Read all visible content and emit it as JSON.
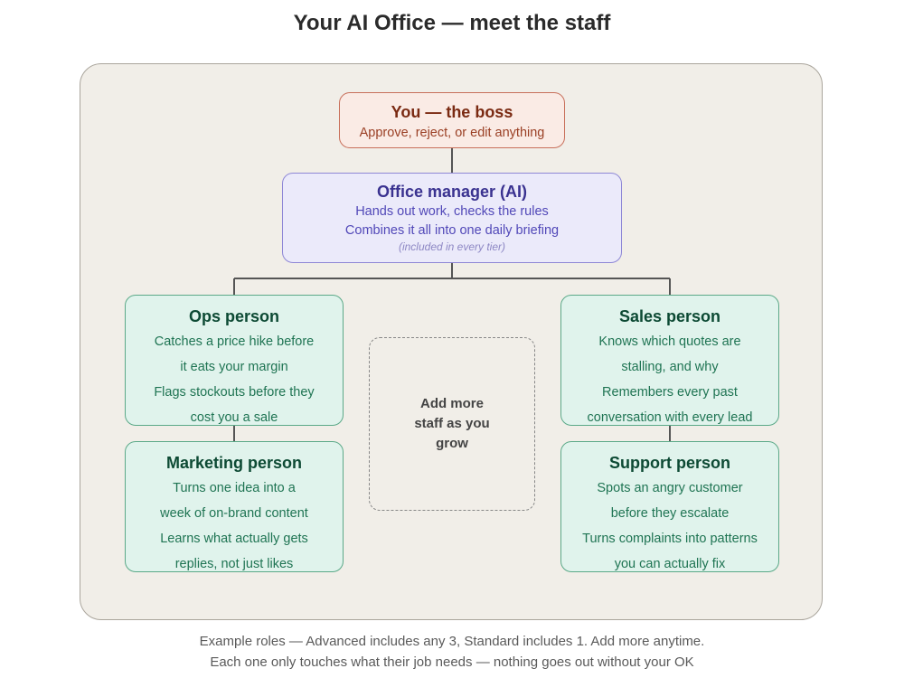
{
  "title": "Your AI Office — meet the staff",
  "boss": {
    "title": "You — the boss",
    "desc": "Approve, reject, or edit anything"
  },
  "manager": {
    "title": "Office manager (AI)",
    "line1": "Hands out work, checks the rules",
    "line2": "Combines it all into one daily briefing",
    "note": "(included in every tier)"
  },
  "ops": {
    "title": "Ops person",
    "line1": "Catches a price hike before",
    "line2": "it eats your margin",
    "line3": "Flags stockouts before they",
    "line4": "cost you a sale"
  },
  "sales": {
    "title": "Sales person",
    "line1": "Knows which quotes are",
    "line2": "stalling, and why",
    "line3": "Remembers every past",
    "line4": "conversation with every lead"
  },
  "marketing": {
    "title": "Marketing person",
    "line1": "Turns one idea into a",
    "line2": "week of on-brand content",
    "line3": "Learns what actually gets",
    "line4": "replies, not just likes"
  },
  "support": {
    "title": "Support person",
    "line1": "Spots an angry customer",
    "line2": "before they escalate",
    "line3": "Turns complaints into patterns",
    "line4": "you can actually fix"
  },
  "add_more": "Add more staff as you grow",
  "footer": {
    "line1": "Example roles — Advanced includes any 3, Standard includes 1. Add more anytime.",
    "line2": "Each one only touches what their job needs — nothing goes out without your OK"
  },
  "colors": {
    "boss_fill": "#faebe5",
    "manager_fill": "#ebeafa",
    "staff_fill": "#e0f3ec",
    "panel_fill": "#f1eee8",
    "connector": "#555555"
  }
}
